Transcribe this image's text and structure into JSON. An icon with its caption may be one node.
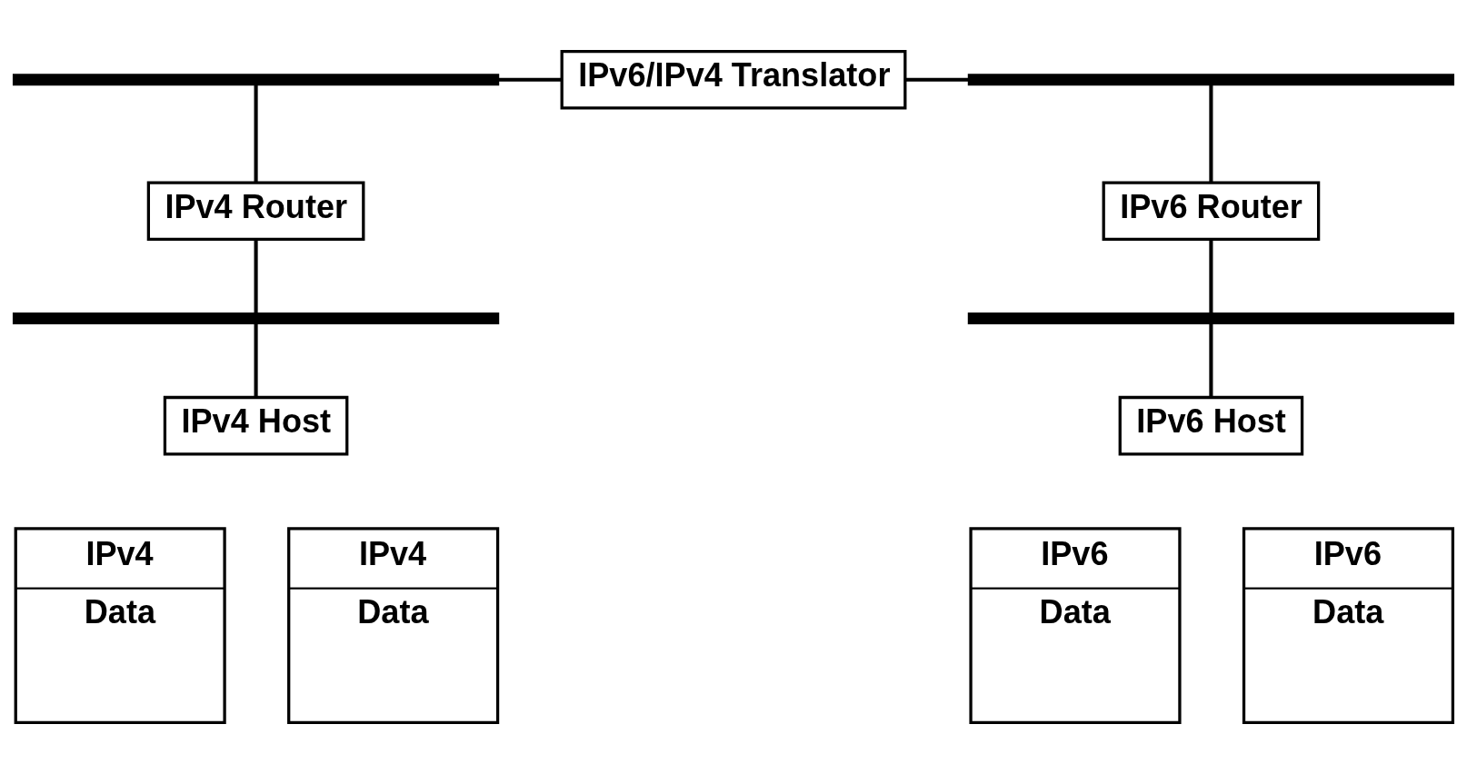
{
  "diagram": {
    "nodes": [
      {
        "text": [],
        "shape": "bar"
      },
      {
        "text": [
          "IPv6/IPv4 Translator"
        ]
      },
      {
        "text": [],
        "shape": "bar"
      },
      {
        "text": [
          "IPv4 Router"
        ]
      },
      {
        "text": [
          "IPv6 Router"
        ]
      },
      {
        "text": [],
        "shape": "bar"
      },
      {
        "text": [],
        "shape": "bar"
      },
      {
        "text": [
          "IPv4 Host"
        ]
      },
      {
        "text": [
          "IPv6 Host"
        ]
      },
      {
        "text": [
          "IPv4",
          "Data"
        ]
      },
      {
        "text": [
          "IPv4",
          "Data"
        ]
      },
      {
        "text": [
          "IPv6",
          "Data"
        ]
      },
      {
        "text": [
          "IPv6",
          "Data"
        ]
      }
    ],
    "edges": [
      {
        "from": 0,
        "to": 1,
        "arrow": "none"
      },
      {
        "from": 1,
        "to": 2,
        "arrow": "none"
      },
      {
        "from": 0,
        "to": 3,
        "arrow": "none"
      },
      {
        "from": 3,
        "to": 5,
        "arrow": "none"
      },
      {
        "from": 5,
        "to": 7,
        "arrow": "none"
      },
      {
        "from": 2,
        "to": 4,
        "arrow": "none"
      },
      {
        "from": 4,
        "to": 6,
        "arrow": "none"
      },
      {
        "from": 6,
        "to": 8,
        "arrow": "none"
      }
    ]
  }
}
